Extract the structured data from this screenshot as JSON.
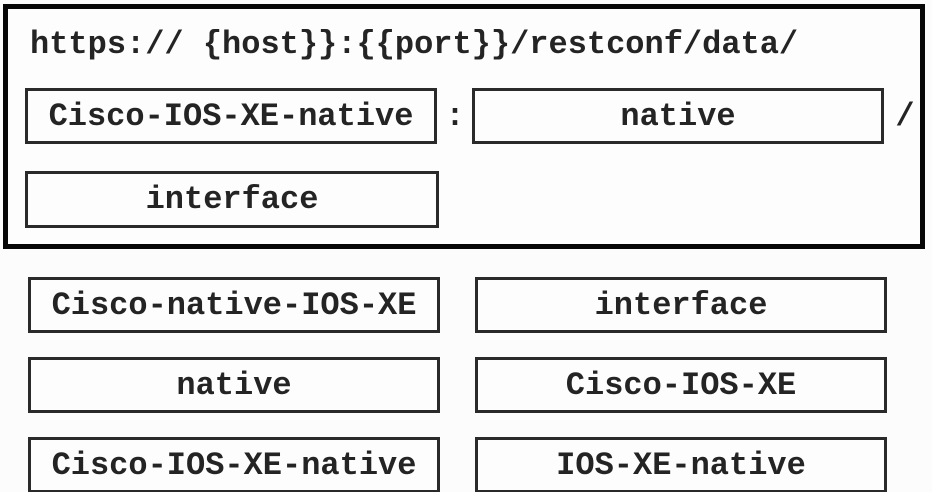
{
  "url_builder": {
    "base_url": "https:// {host}}:{{port}}/restconf/data/",
    "colon_separator": ":",
    "trailing_slash": "/",
    "slots": [
      {
        "value": "Cisco-IOS-XE-native"
      },
      {
        "value": "native"
      },
      {
        "value": "interface"
      }
    ]
  },
  "options": [
    {
      "label": "Cisco-native-IOS-XE"
    },
    {
      "label": "interface"
    },
    {
      "label": "native"
    },
    {
      "label": "Cisco-IOS-XE"
    },
    {
      "label": "Cisco-IOS-XE-native"
    },
    {
      "label": "IOS-XE-native"
    }
  ]
}
